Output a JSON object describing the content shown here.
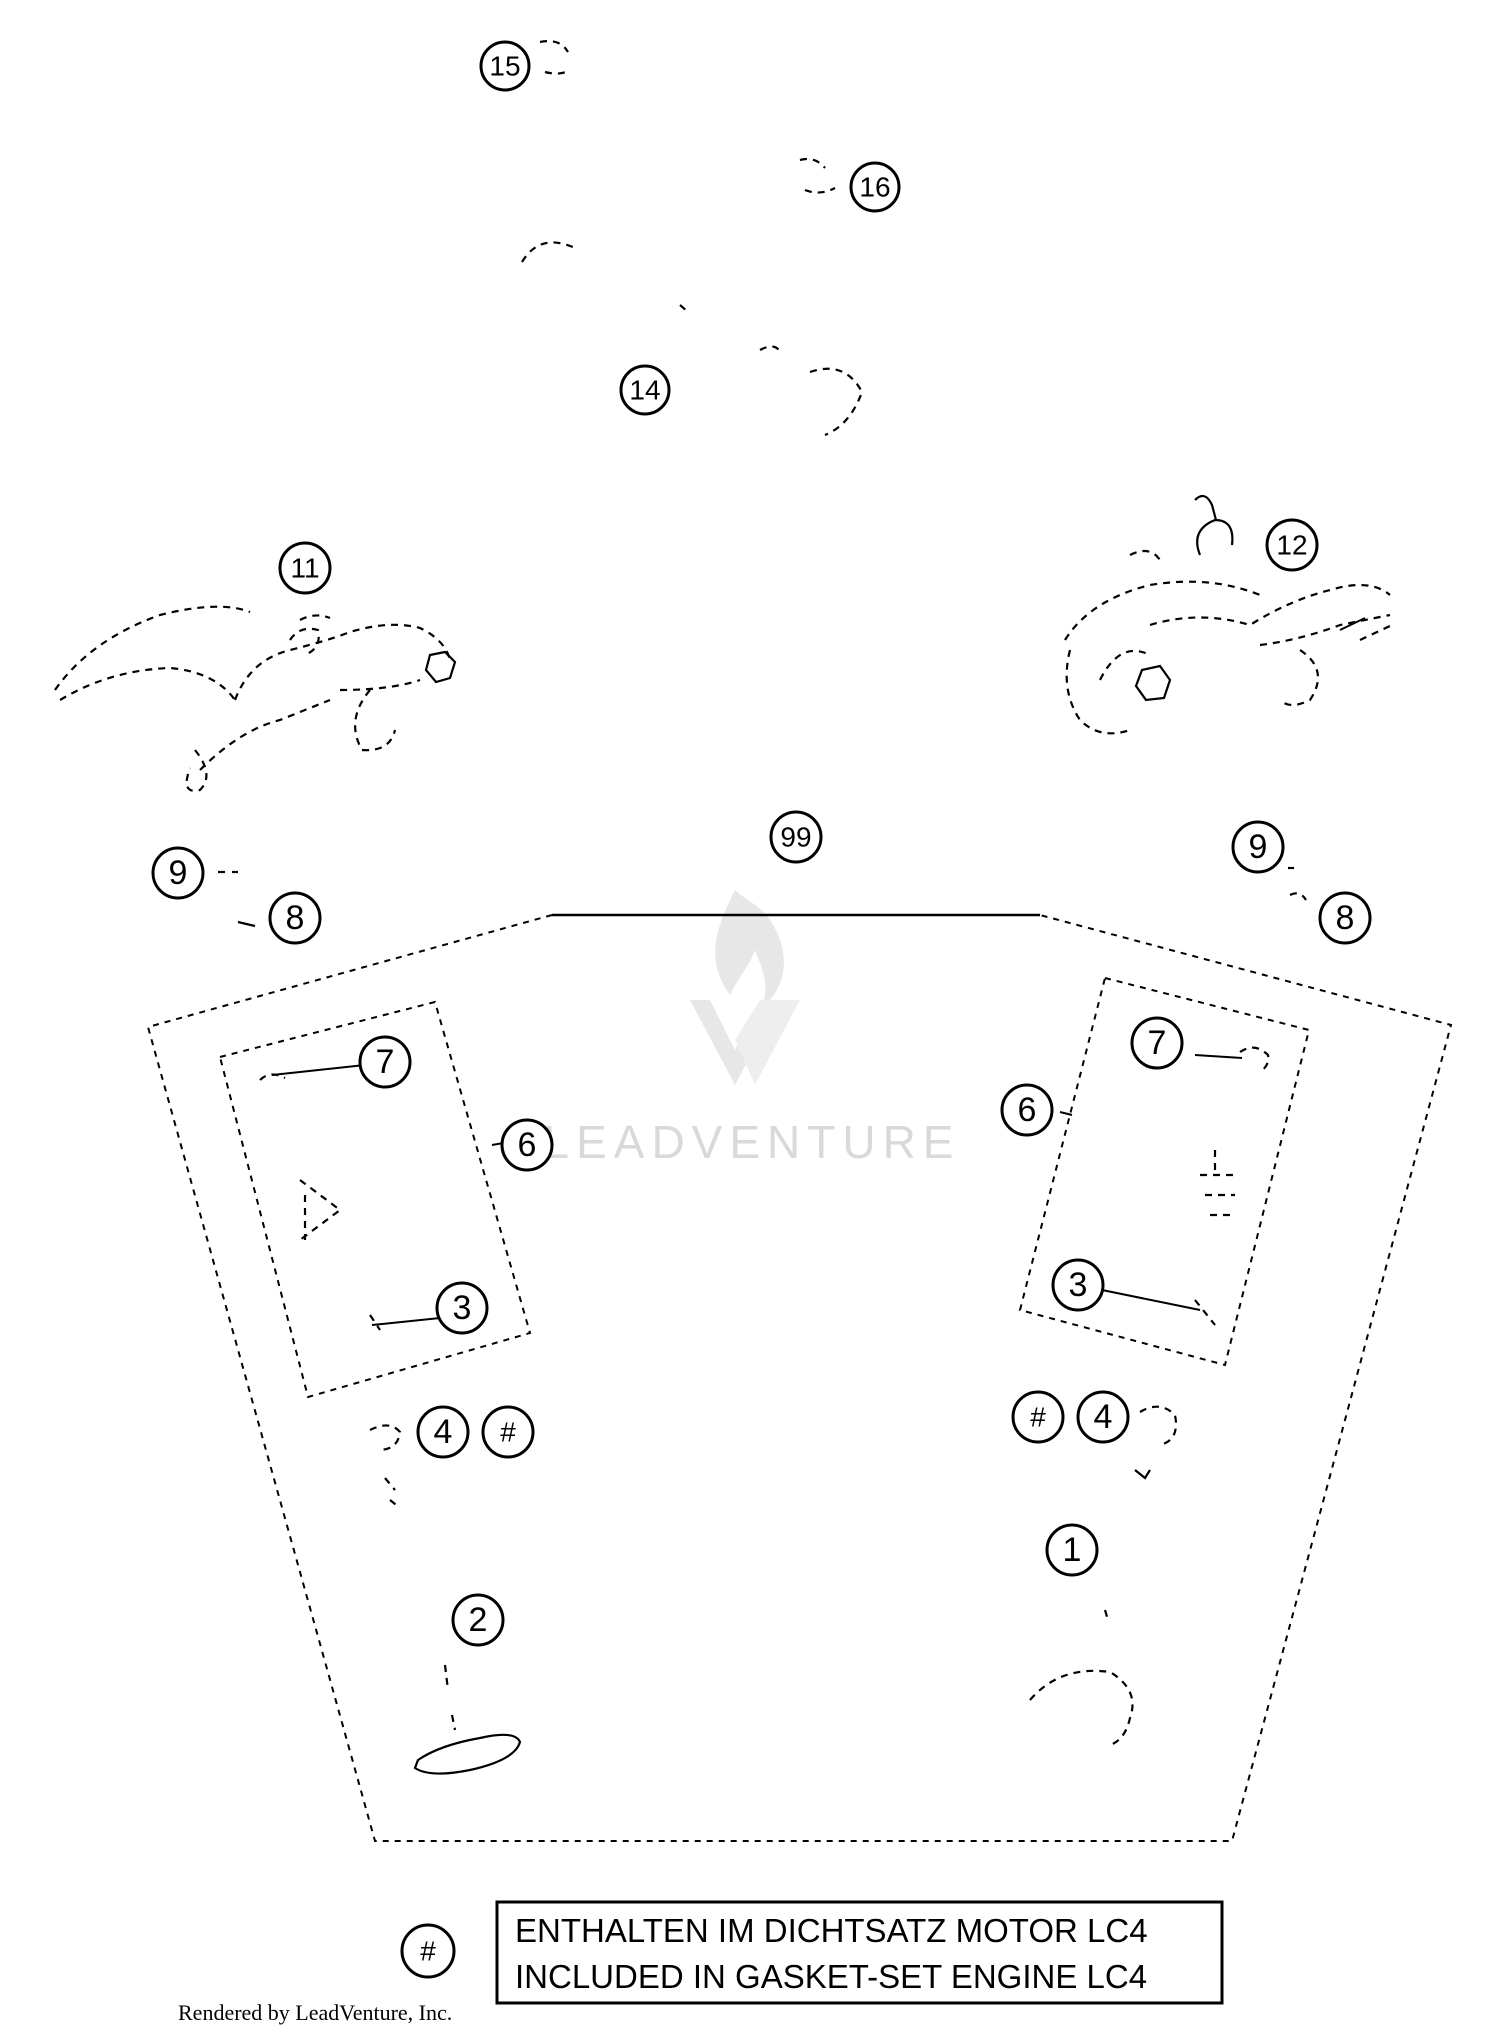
{
  "callouts": {
    "c15": "15",
    "c16": "16",
    "c14": "14",
    "c11": "11",
    "c12": "12",
    "c99": "99",
    "c9_left": "9",
    "c8_left": "8",
    "c9_right": "9",
    "c8_right": "8",
    "c7_left": "7",
    "c6_left": "6",
    "c3_left": "3",
    "c4_left": "4",
    "hash_left": "#",
    "c7_right": "7",
    "c6_right": "6",
    "c3_right": "3",
    "hash_right": "#",
    "c4_right": "4",
    "c1": "1",
    "c2": "2"
  },
  "legend": {
    "symbol": "#",
    "line1": "ENTHALTEN IM DICHTSATZ MOTOR LC4",
    "line2": "INCLUDED IN GASKET-SET ENGINE LC4"
  },
  "credit": "Rendered by LeadVenture, Inc.",
  "watermark": "LEADVENTURE",
  "colors": {
    "line": "#000000",
    "background": "#ffffff",
    "watermark": "#d9d9d9"
  }
}
